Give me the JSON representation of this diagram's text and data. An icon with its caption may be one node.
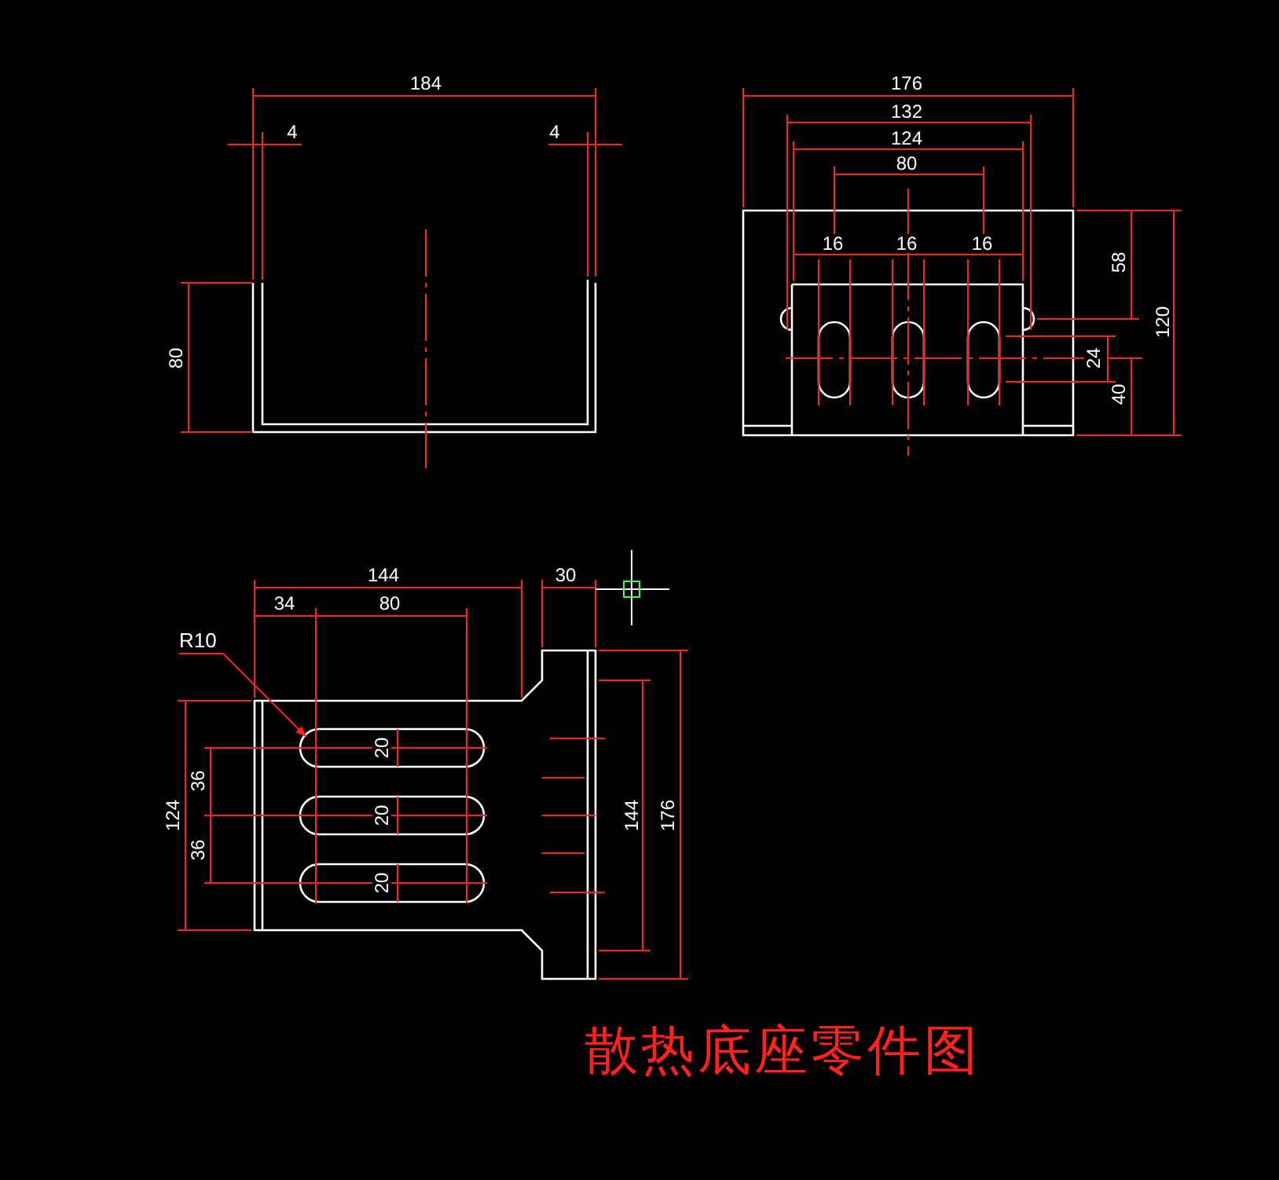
{
  "diagram": {
    "caption": "散热底座零件图",
    "nodes": [
      {
        "text": [
          "R10"
        ]
      },
      {
        "text": [],
        "shape": "slot"
      }
    ],
    "edges": [
      {
        "from": 0,
        "to": 1,
        "arrow": "to"
      }
    ],
    "labels": [
      "184",
      "4",
      "4",
      "80",
      "176",
      "132",
      "124",
      "80",
      "16",
      "16",
      "16",
      "58",
      "120",
      "24",
      "40",
      "144",
      "30",
      "34",
      "80",
      "124",
      "36",
      "36",
      "20",
      "20",
      "20",
      "144",
      "176"
    ]
  }
}
